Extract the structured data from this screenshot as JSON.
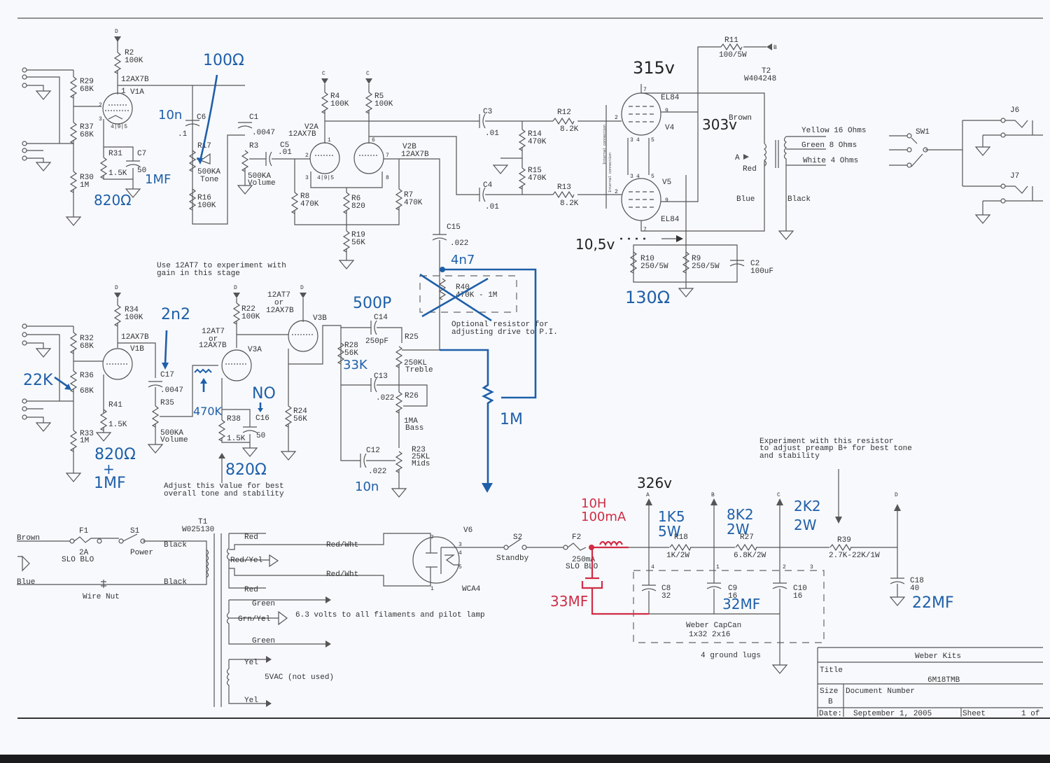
{
  "title_block": {
    "company": "Weber Kits",
    "title_label": "Title",
    "title_value": "6M18TMB",
    "size_label": "Size",
    "size_value": "B",
    "doc_number_label": "Document Number",
    "date_label": "Date:",
    "date_value": "September  1, 2005",
    "sheet_label": "Sheet",
    "sheet_value": "1 of"
  },
  "preamp_top": {
    "rail_d": "D",
    "r2": "R2",
    "r2_val": "100K",
    "v1a_type": "12AX7B",
    "v1a": "V1A",
    "v1a_pin1": "1",
    "v1a_pin2": "2",
    "v1a_pin3": "3",
    "v1a_heater": "4|9|5",
    "r29": "R29",
    "r29_val": "68K",
    "r37": "R37",
    "r37_val": "68K",
    "r30": "R30",
    "r30_val": "1M",
    "r31": "R31",
    "r31_val": "1.5K",
    "c7": "C7",
    "c7_val": "50",
    "c6": "C6",
    "c6_val": ".1",
    "r17": "R17",
    "r17_val": "500KA",
    "r17_name": "Tone",
    "r16": "R16",
    "r16_val": "100K",
    "c1": "C1",
    "c1_val": ".0047",
    "r3": "R3",
    "r3_val": "500KA",
    "r3_name": "Volume",
    "c5": "C5",
    "c5_val": ".01"
  },
  "phase_inverter": {
    "rail_c": "C",
    "r4": "R4",
    "r4_val": "100K",
    "r5": "R5",
    "r5_val": "100K",
    "v2a": "V2A",
    "v2a_type": "12AX7B",
    "v2b": "V2B",
    "v2b_type": "12AX7B",
    "pins": {
      "p1": "1",
      "p2": "2",
      "p3": "3",
      "p6": "6",
      "p7": "7",
      "p8": "8",
      "heater": "4|9|5"
    },
    "r8": "R8",
    "r8_val": "470K",
    "r6": "R6",
    "r6_val": "820",
    "r7": "R7",
    "r7_val": "470K",
    "r19": "R19",
    "r19_val": "56K",
    "c3": "C3",
    "c3_val": ".01",
    "c4": "C4",
    "c4_val": ".01",
    "r14": "R14",
    "r14_val": "470K",
    "r15": "R15",
    "r15_val": "470K",
    "r12": "R12",
    "r12_val": "8.2K",
    "r13": "R13",
    "r13_val": "8.2K",
    "c15": "C15",
    "c15_val": ".022"
  },
  "power_amp": {
    "r11": "R11",
    "r11_val": "100/5W",
    "rail_b": "B",
    "t2": "T2",
    "t2_part": "W404248",
    "v4": "V4",
    "v4_type": "EL84",
    "v5": "V5",
    "v5_type": "EL84",
    "pins": {
      "p2": "2",
      "p7": "7",
      "p9": "9",
      "p3": "3",
      "p4": "4",
      "p5": "5"
    },
    "internal_conn": "Internal connection",
    "wire_brown": "Brown",
    "wire_red": "Red",
    "wire_blue": "Blue",
    "wire_black": "Black",
    "a_in": "A",
    "tap_yellow": "Yellow 16 Ohms",
    "tap_green": "Green 8 Ohms",
    "tap_white": "White 4 Ohms",
    "sw1": "SW1",
    "j6": "J6",
    "j7": "J7",
    "r10": "R10",
    "r10_val": "250/5W",
    "r9": "R9",
    "r9_val": "250/5W",
    "c2": "C2",
    "c2_val": "100uF"
  },
  "tone_stack": {
    "note_12at7": [
      "Use 12AT7 to experiment with",
      "gain in this stage"
    ],
    "r34": "R34",
    "r34_val": "100K",
    "v1b": "V1B",
    "v1b_type": "12AX7B",
    "r32": "R32",
    "r32_val": "68K",
    "r36": "R36",
    "r36_val": "68K",
    "r33": "R33",
    "r33_val": "1M",
    "r41": "R41",
    "r41_val": "1.5K",
    "c17": "C17",
    "c17_val": ".0047",
    "r35": "R35",
    "r35_val": "500KA",
    "r35_name": "Volume",
    "r22": "R22",
    "r22_val": "100K",
    "v3a": "V3A",
    "v3a_type_a": "12AT7",
    "v3a_or": "or",
    "v3a_type_b": "12AX7B",
    "v3b": "V3B",
    "v3b_type_a": "12AT7",
    "v3b_or": "or",
    "v3b_type_b": "12AX7B",
    "r38": "R38",
    "r38_val": "1.5K",
    "c16": "C16",
    "c16_val": "50",
    "r24": "R24",
    "r24_val": "56K",
    "note_adjust": [
      "Adjust this value for best",
      "overall tone and stability"
    ],
    "c14": "C14",
    "c14_val": "250pF",
    "r28": "R28",
    "r28_val": "56K",
    "r25": "R25",
    "r25_val": "250KL",
    "r25_name": "Treble",
    "c13": "C13",
    "c13_val": ".022",
    "r26": "R26",
    "r26_val": "1MA",
    "r26_name": "Bass",
    "c12": "C12",
    "c12_val": ".022",
    "r23": "R23",
    "r23_val": "25KL",
    "r23_name": "Mids",
    "r40": "R40",
    "r40_val": "470K - 1M",
    "note_optional": [
      "Optional resistor for",
      "adjusting drive to P.I."
    ]
  },
  "power_supply": {
    "wire_brown": "Brown",
    "wire_blue": "Blue",
    "f1": "F1",
    "f1_val": "2A",
    "f1_type": "SLO BLO",
    "s1": "S1",
    "s1_name": "Power",
    "wire_nut": "Wire Nut",
    "t1": "T1",
    "t1_part": "W025130",
    "pri_black_1": "Black",
    "pri_black_2": "Black",
    "sec_red_1": "Red",
    "sec_redyel": "Red/Yel",
    "sec_red_2": "Red",
    "redwht_1": "Red/Wht",
    "redwht_2": "Red/Wht",
    "green_1": "Green",
    "grnyel": "Grn/Yel",
    "green_2": "Green",
    "filament_note": "6.3 volts to all filaments and pilot lamp",
    "yel_1": "Yel",
    "yel_2": "Yel",
    "vac5": "5VAC (not used)",
    "v6": "V6",
    "v6_type": "WCA4",
    "v6_pins": {
      "p7": "7",
      "p3": "3",
      "p4": "4",
      "p5": "5",
      "p1": "1"
    },
    "s2": "S2",
    "s2_name": "Standby",
    "f2": "F2",
    "f2_val": "250mA",
    "f2_type": "SLO BLO",
    "rail_a": "A",
    "rail_b": "B",
    "rail_c": "C",
    "rail_d": "D",
    "r18": "R18",
    "r18_val": "1K/2W",
    "r27": "R27",
    "r27_val": "6.8K/2W",
    "r39": "R39",
    "r39_val": "2.7K-22K/1W",
    "cap_pins": {
      "p4": "4",
      "p1": "1",
      "p2": "2",
      "p3": "3"
    },
    "c8": "C8",
    "c8_val": "32",
    "c9": "C9",
    "c9_val": "16",
    "c10": "C10",
    "c10_val": "16",
    "c18": "C18",
    "c18_val": "40",
    "capcan": "Weber CapCan",
    "capcan_sizes": "1x32   2x16",
    "ground_lugs": "4 ground lugs",
    "note_experiment": [
      "Experiment with this resistor",
      "to adjust preamp B+ for best tone",
      "and stability"
    ]
  },
  "handwritten_notes": {
    "r17_mod": "100Ω",
    "c6_mod": "10n",
    "c7_mod": "1MF",
    "r31_mod": "820Ω",
    "v4_volt": "315v",
    "plate_volt": "303v",
    "cathode_volt": "10,5v",
    "cathode_res": "130Ω",
    "c15_mod": "4n7",
    "c14_mod": "500P",
    "r28_mod": "33K",
    "r40_mod": "1M",
    "c12_mod": "10n",
    "c17_mod": "2n2",
    "r36_mod": "22K",
    "r41_mod_a": "820Ω",
    "r41_mod_plus": "+",
    "r41_mod_b": "1MF",
    "v3a_grid_mod": "470K",
    "c16_mod": "NO",
    "r38_mod": "820Ω",
    "choke_mod_a": "10H",
    "choke_mod_b": "100mA",
    "choke_cap": "33MF",
    "supply_volt": "326v",
    "r18_mod_a": "1K5",
    "r18_mod_b": "5W",
    "r27_mod_a": "8K2",
    "r27_mod_b": "2W",
    "r39_mod_a": "2K2",
    "r39_mod_b": "2W",
    "c9_mod": "32MF",
    "c18_mod": "22MF"
  },
  "colors": {
    "ink": "#555555",
    "pen_blue": "#1f5fa8",
    "pen_red": "#d02c45",
    "paper": "#f7f9fc"
  }
}
